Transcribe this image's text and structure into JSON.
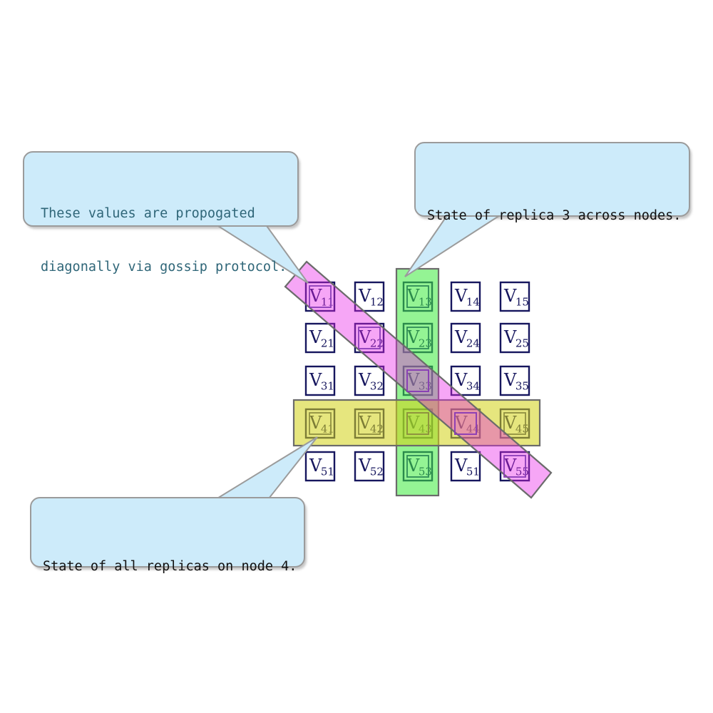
{
  "callout_gossip": {
    "line1": "These values are propogated",
    "line2": "diagonally via gossip protocol."
  },
  "callout_replica": {
    "text": "State of replica 3 across nodes."
  },
  "callout_node": {
    "text": "State of all replicas on node 4."
  },
  "matrix": {
    "prefix": "V",
    "labels": [
      [
        "11",
        "12",
        "13",
        "14",
        "15"
      ],
      [
        "21",
        "22",
        "23",
        "24",
        "25"
      ],
      [
        "31",
        "32",
        "33",
        "34",
        "35"
      ],
      [
        "41",
        "42",
        "43",
        "44",
        "45"
      ],
      [
        "51",
        "52",
        "53",
        "51",
        "55"
      ]
    ]
  },
  "highlights": {
    "replica_column_index": 3,
    "node_row_index": 4,
    "diagonal_cells": [
      "11",
      "22",
      "33",
      "44",
      "55"
    ]
  },
  "colors": {
    "callout_bg": "#cdebfa",
    "callout_border": "#9b9b9b",
    "callout_text_teal": "#2f6678",
    "callout_text_dark": "#111111",
    "cell_bg": "#ffffff",
    "cell_border": "#16165e",
    "cell_text": "#16165e",
    "band_border": "#6b6b6b",
    "green_band_fill": "rgba(60,235,60,0.55)",
    "green_inner": "#2e8b57",
    "yellow_band_fill": "rgba(210,210,20,0.55)",
    "yellow_inner": "#8f8f40",
    "pink_band_fill": "rgba(233,33,233,0.40)",
    "pink_inner": "#8a3cb8",
    "shadow": "#8c8c8c"
  }
}
